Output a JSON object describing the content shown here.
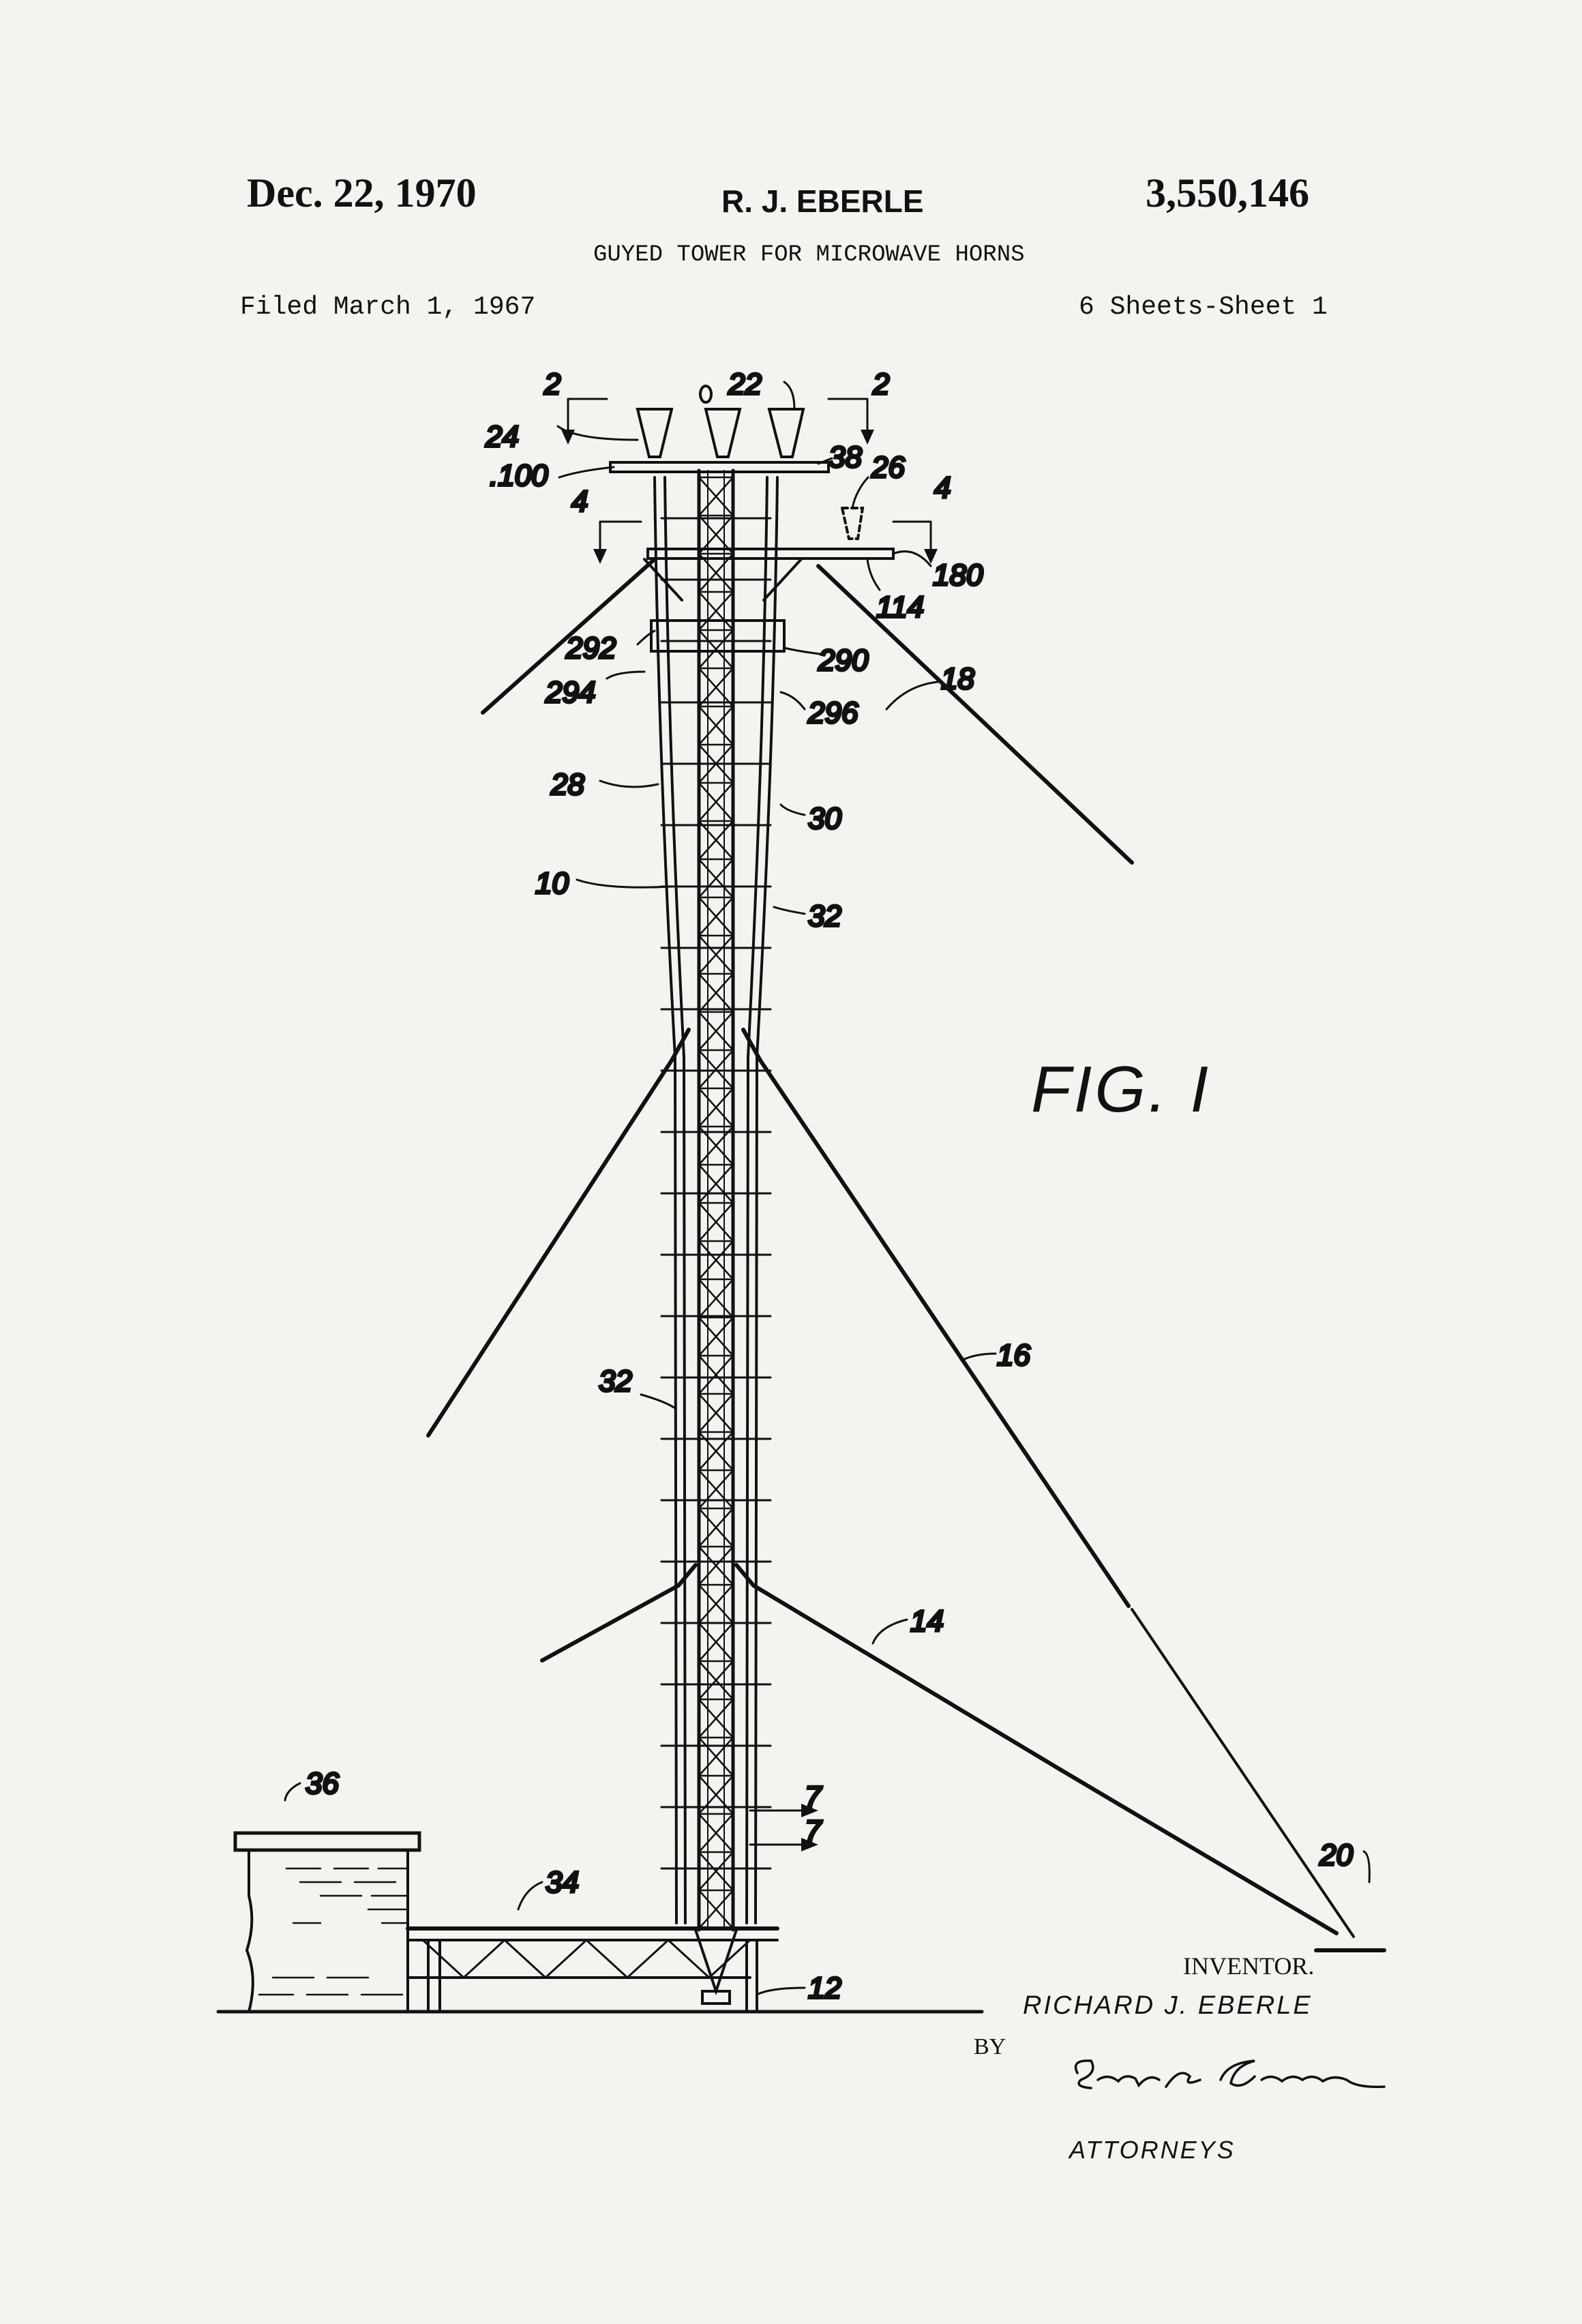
{
  "header": {
    "date": "Dec. 22, 1970",
    "inventor": "R. J. EBERLE",
    "patent_number": "3,550,146",
    "title": "GUYED TOWER FOR MICROWAVE HORNS",
    "filed": "Filed March 1, 1967",
    "sheets": "6 Sheets-Sheet 1"
  },
  "figure": {
    "label": "FIG. I",
    "section_marks": {
      "s2a": "2",
      "s2b": "2",
      "s4a": "4",
      "s4b": "4",
      "s7a": "7",
      "s7b": "7"
    },
    "refs": {
      "r22": "22",
      "r24": "24",
      "r100": ".100",
      "r38": "38",
      "r26": "26",
      "r180": "180",
      "r114": "114",
      "r292": "292",
      "r290": "290",
      "r294": "294",
      "r296": "296",
      "r18": "18",
      "r28": "28",
      "r30": "30",
      "r10": "10",
      "r32a": "32",
      "r32b": "32",
      "r16": "16",
      "r14": "14",
      "r36": "36",
      "r34": "34",
      "r20": "20",
      "r12": "12"
    }
  },
  "footer": {
    "inventor_label": "INVENTOR.",
    "inventor_name": "RICHARD J. EBERLE",
    "by": "BY",
    "signature": "Seidel & Gonda",
    "attorneys": "ATTORNEYS"
  }
}
